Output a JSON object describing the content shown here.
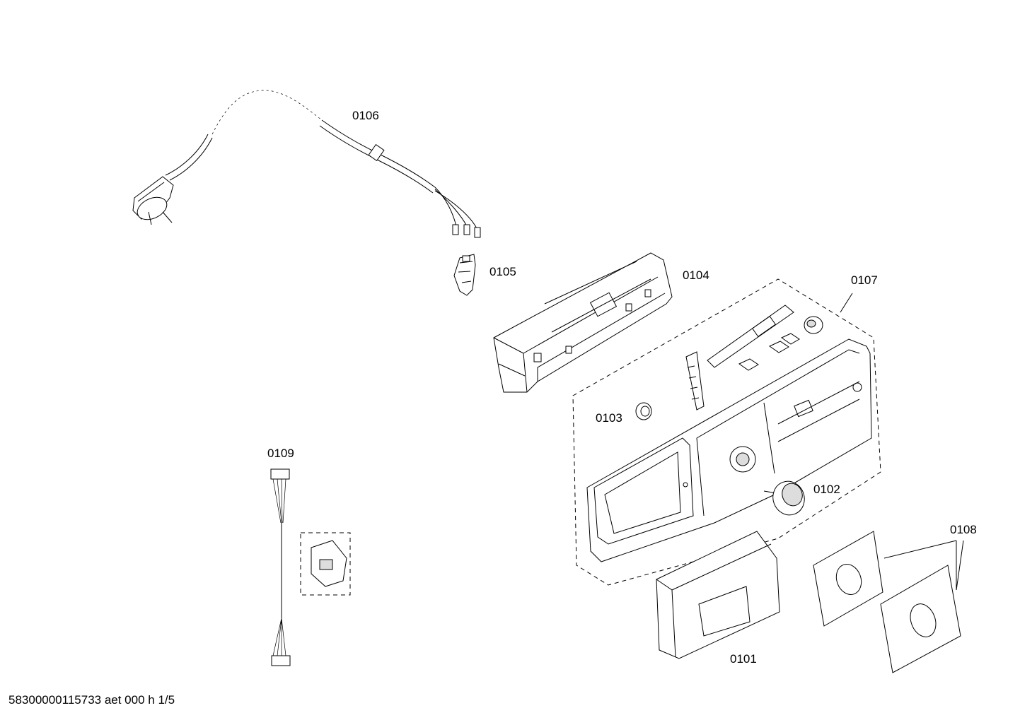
{
  "labels": {
    "l0106": "0106",
    "l0105": "0105",
    "l0104": "0104",
    "l0107": "0107",
    "l0103": "0103",
    "l0109": "0109",
    "l0102": "0102",
    "l0108": "0108",
    "l0101": "0101"
  },
  "footer": "58300000115733 aet 000 h 1/5"
}
